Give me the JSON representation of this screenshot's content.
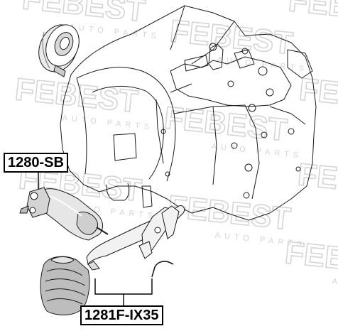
{
  "watermark": {
    "brand": "FEBEST",
    "tagline": "AUTO PARTS",
    "color": "#c9c9c9"
  },
  "callouts": {
    "cylinder": "1280-SB",
    "fork_kit": "1281F-IX35"
  },
  "colors": {
    "line": "#1a1a1a",
    "label_border": "#000000",
    "background": "#ffffff"
  }
}
